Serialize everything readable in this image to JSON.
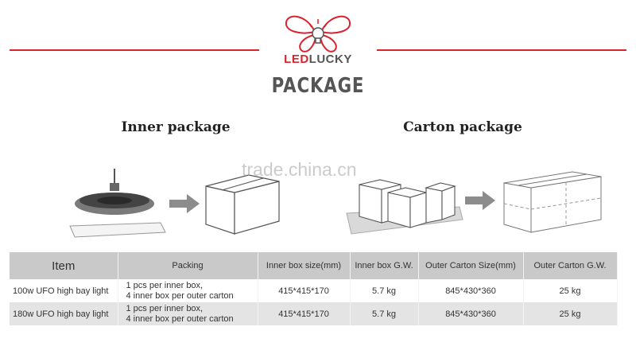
{
  "brand": {
    "led": "LED",
    "lucky": "LUCKY"
  },
  "title": "PACKAGE",
  "sections": {
    "inner": "Inner package",
    "carton": "Carton package"
  },
  "watermark": "trade.china.cn",
  "colors": {
    "accent": "#d9232d",
    "header_bg": "#c9c9c9",
    "row_alt": "#e4e4e4"
  },
  "table": {
    "headers": [
      "Item",
      "Packing",
      "Inner box size(mm)",
      "Inner box G.W.",
      "Outer Carton Size(mm)",
      "Outer Carton G.W."
    ],
    "rows": [
      {
        "item": "100w UFO high bay light",
        "packing": [
          "1 pcs per inner box,",
          "4 inner box per outer carton"
        ],
        "inner_size": "415*415*170",
        "inner_gw": "5.7 kg",
        "outer_size": "845*430*360",
        "outer_gw": "25 kg"
      },
      {
        "item": "180w UFO high bay light",
        "packing": [
          "1 pcs per inner box,",
          "4 inner box per outer carton"
        ],
        "inner_size": "415*415*170",
        "inner_gw": "5.7 kg",
        "outer_size": "845*430*360",
        "outer_gw": "25 kg"
      }
    ]
  }
}
